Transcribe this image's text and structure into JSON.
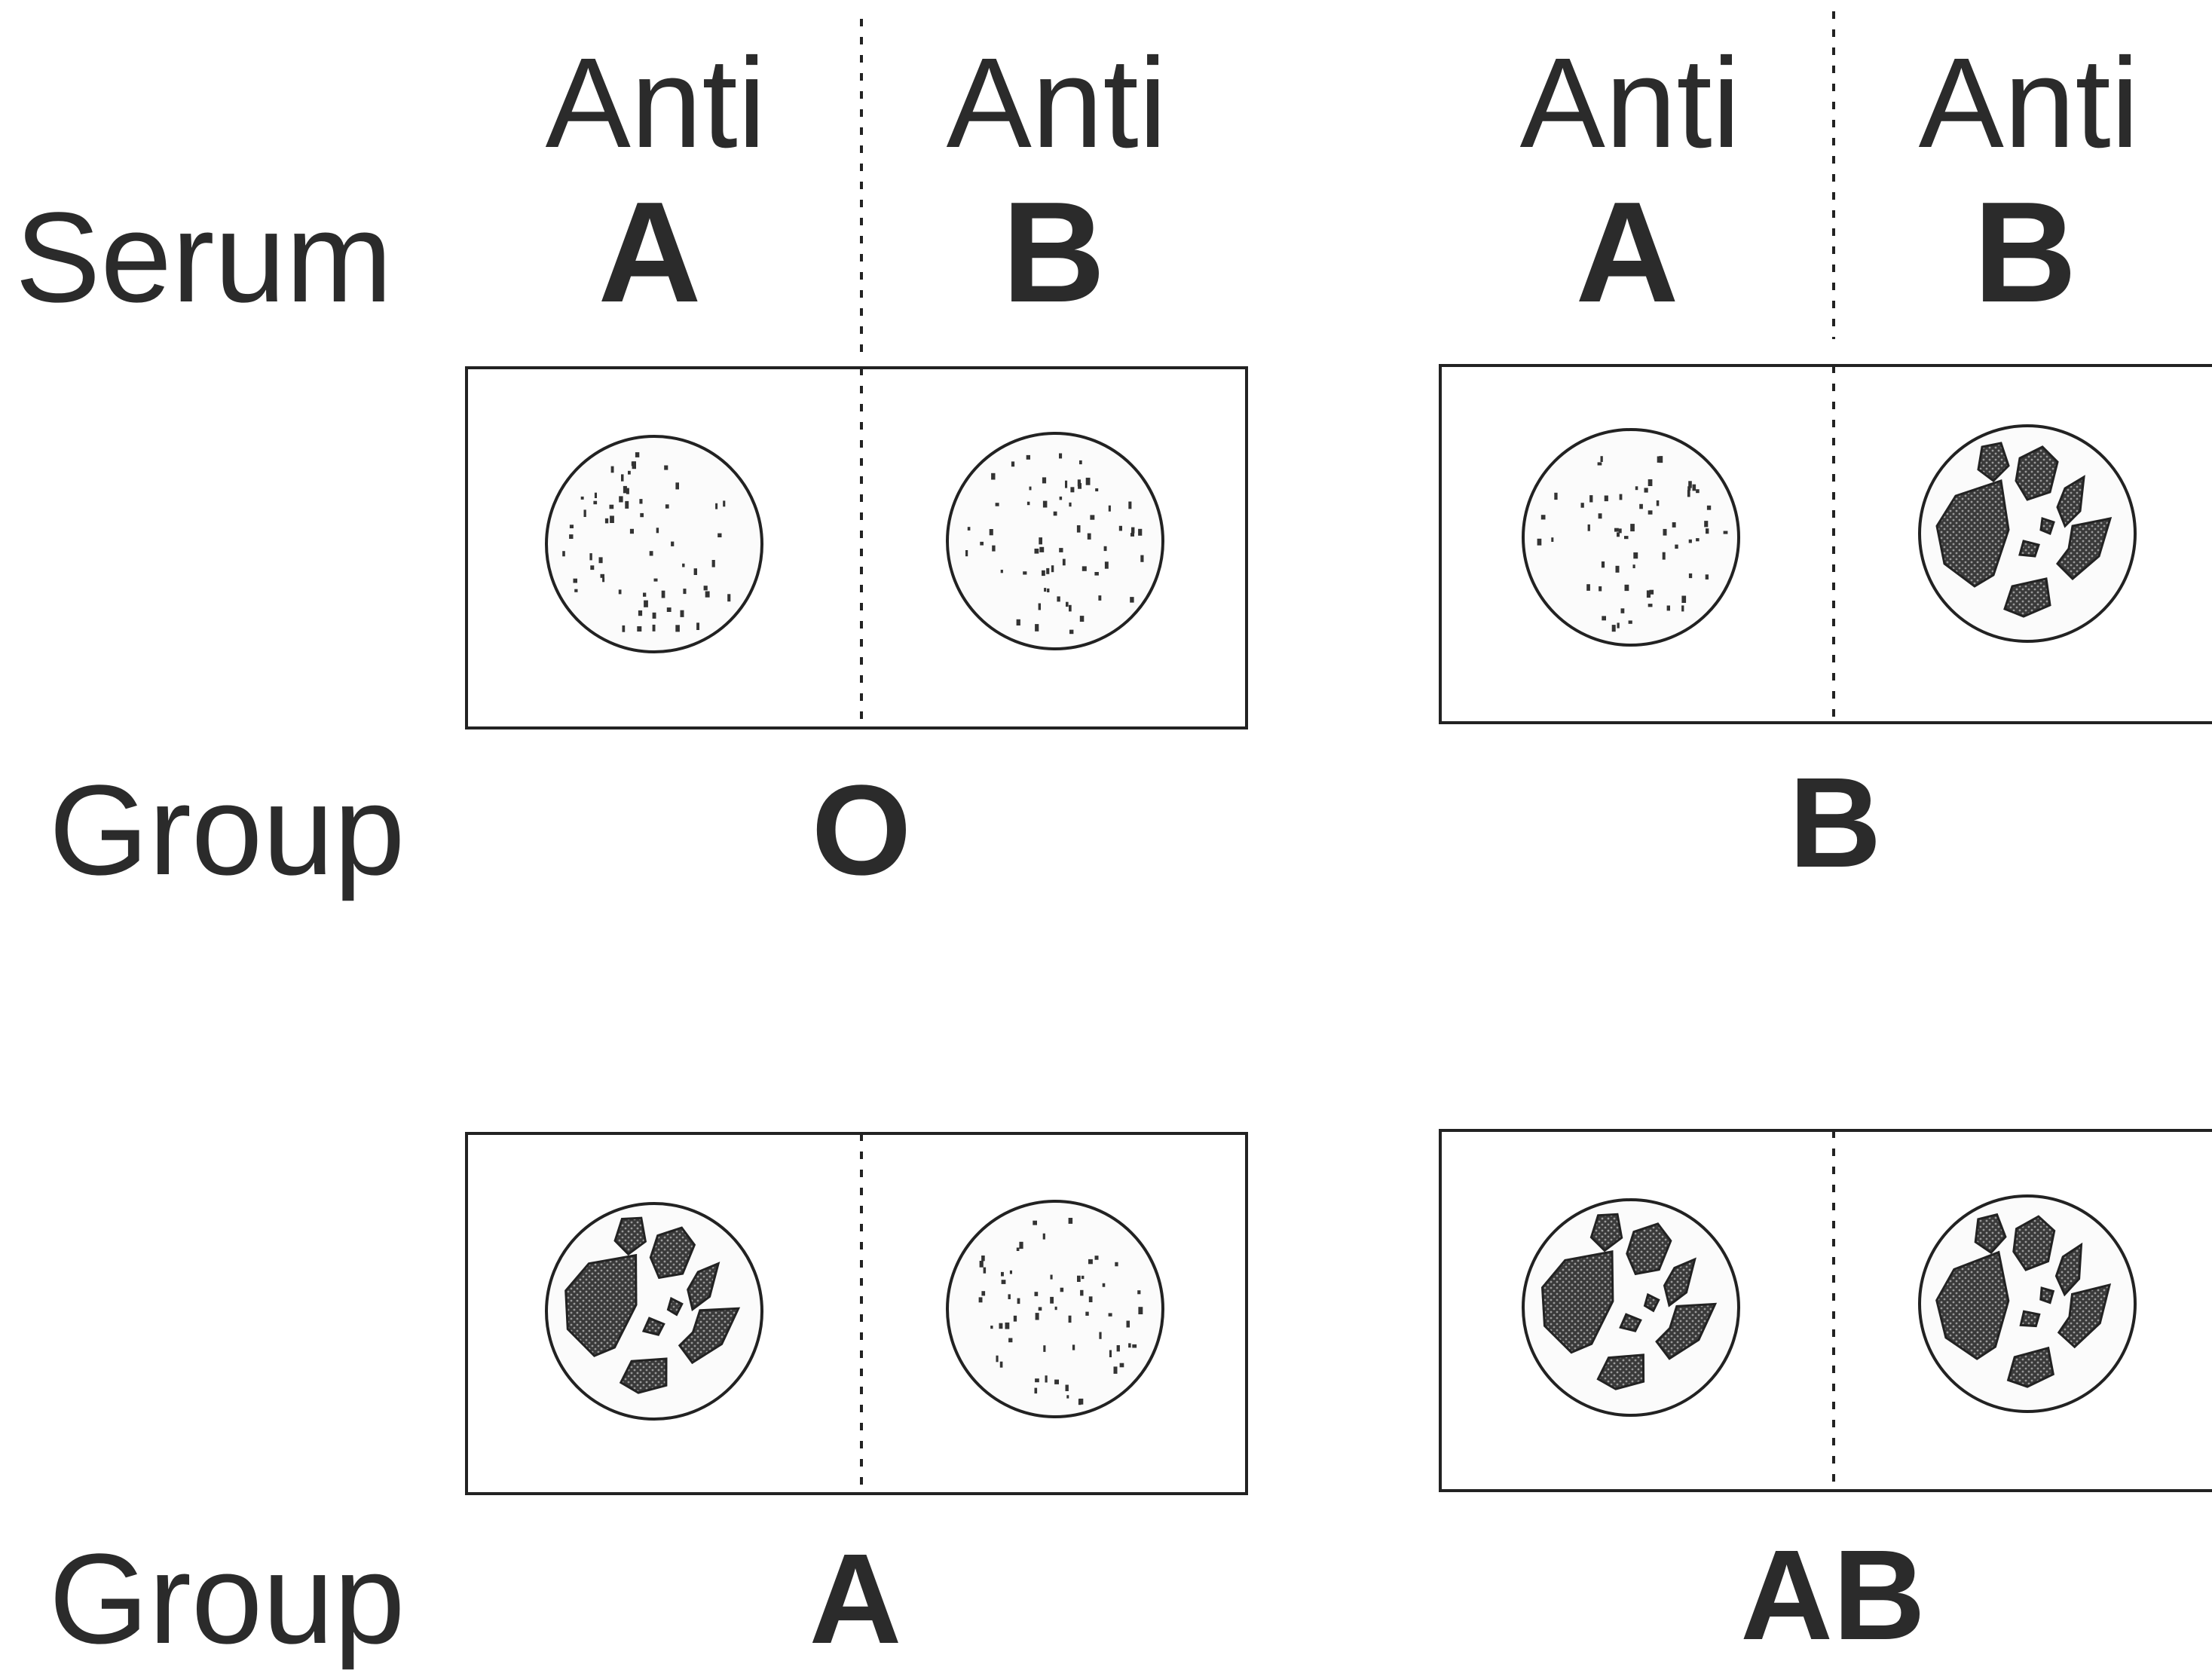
{
  "serum_label": "Serum",
  "column_headers": [
    {
      "anti": "Anti",
      "letter": "A"
    },
    {
      "anti": "Anti",
      "letter": "B"
    },
    {
      "anti": "Anti",
      "letter": "A"
    },
    {
      "anti": "Anti",
      "letter": "B"
    }
  ],
  "group_label": "Group",
  "slides": [
    {
      "group": "O",
      "wells": [
        "no-agglutination",
        "no-agglutination"
      ]
    },
    {
      "group": "B",
      "wells": [
        "no-agglutination",
        "agglutination"
      ]
    },
    {
      "group": "A",
      "wells": [
        "agglutination",
        "no-agglutination"
      ]
    },
    {
      "group": "AB",
      "wells": [
        "agglutination",
        "agglutination"
      ]
    }
  ],
  "colors": {
    "ink": "#2b2b2b",
    "line": "#222222",
    "clump": "#4a4a4a"
  }
}
